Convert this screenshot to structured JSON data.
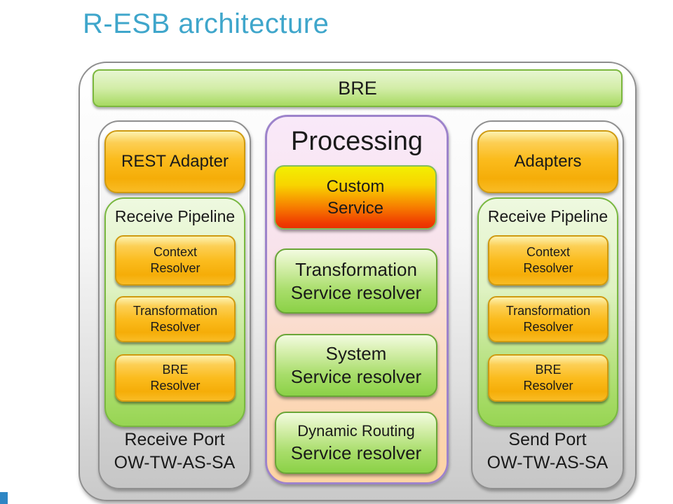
{
  "slide": {
    "title": "R-ESB architecture",
    "title_color": "#3fa6cb",
    "accent_square_color": "#2e86c4"
  },
  "diagram": {
    "bre_label": "BRE",
    "receive_port": {
      "adapter_label": "REST Adapter",
      "pipeline_title": "Receive Pipeline",
      "resolvers": [
        {
          "line1": "Context",
          "line2": "Resolver"
        },
        {
          "line1": "Transformation",
          "line2": "Resolver"
        },
        {
          "line1": "BRE",
          "line2": "Resolver"
        }
      ],
      "label_line1": "Receive Port",
      "label_line2": "OW-TW-AS-SA"
    },
    "processing": {
      "title": "Processing",
      "custom_service": {
        "line1": "Custom",
        "line2": "Service"
      },
      "services": [
        {
          "line1": "Transformation",
          "line2": "Service resolver"
        },
        {
          "line1": "System",
          "line2": "Service resolver"
        },
        {
          "line1": "Dynamic Routing",
          "line2": "Service resolver"
        }
      ]
    },
    "send_port": {
      "adapter_label": "Adapters",
      "pipeline_title": "Receive Pipeline",
      "resolvers": [
        {
          "line1": "Context",
          "line2": "Resolver"
        },
        {
          "line1": "Transformation",
          "line2": "Resolver"
        },
        {
          "line1": "BRE",
          "line2": "Resolver"
        }
      ],
      "label_line1": "Send Port",
      "label_line2": "OW-TW-AS-SA"
    },
    "colors": {
      "green_box": "#8bd147",
      "orange_box": "#fbbc1e",
      "custom_service_top": "#f2ef02",
      "custom_service_bottom": "#e93000",
      "processing_border": "#9d83cb",
      "processing_bg_top": "#f9e9f9",
      "processing_bg_bottom": "#fdd3a4",
      "port_gray": "#c6c6c6"
    }
  }
}
